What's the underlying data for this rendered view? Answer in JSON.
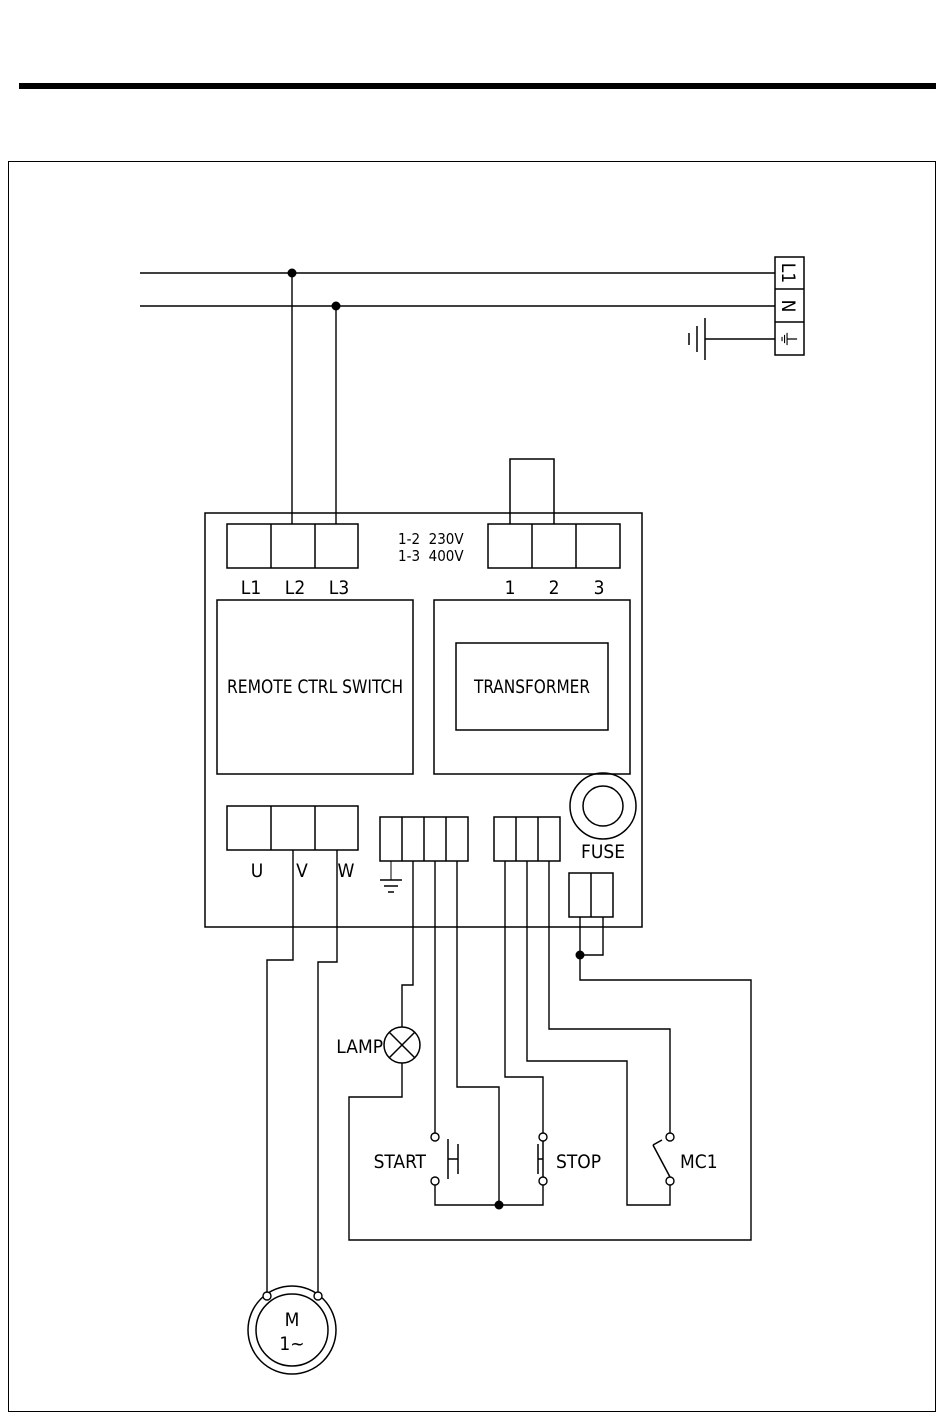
{
  "supply": {
    "terminals": [
      "L1",
      "N",
      "⏚"
    ]
  },
  "board": {
    "input_terminals": [
      "L1",
      "L2",
      "L3"
    ],
    "voltage_notes": [
      "1-2  230V",
      "1-3  400V"
    ],
    "transformer_terminals": [
      "1",
      "2",
      "3"
    ],
    "remote_ctrl_label": "REMOTE CTRL SWITCH",
    "transformer_label": "TRANSFORMER",
    "output_terminals": [
      "U",
      "V",
      "W"
    ],
    "fuse_label": "FUSE"
  },
  "components": {
    "lamp": "LAMP",
    "start": "START",
    "stop": "STOP",
    "mc1": "MC1",
    "motor_line1": "M",
    "motor_line2": "1~"
  }
}
